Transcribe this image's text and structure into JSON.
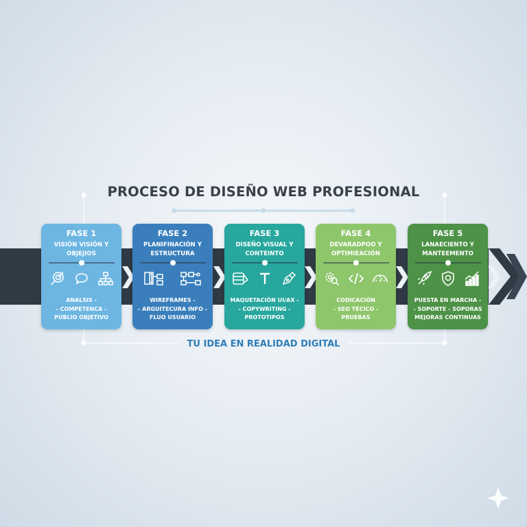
{
  "title": "PROCESO DE DISEÑO WEB PROFESIONAL",
  "subtitle": "TU IDEA EN REALIDAD DIGITAL",
  "colors": {
    "band": "#2f3a45",
    "phase1": "#6db6e2",
    "phase2": "#3a7fbc",
    "phase3": "#27a79e",
    "phase4": "#8ec66c",
    "phase5": "#4d9247",
    "subtitle": "#2f7db8"
  },
  "phases": [
    {
      "label": "FASE 1",
      "name": "VISIÓN VISIÓN Y OBJEJIOS",
      "tasks": [
        "ANALSIS -",
        "- COMPETENCA -",
        "PÚBLIO OBJETIVO"
      ],
      "icons": [
        "target-search-icon",
        "chat-bubble-icon",
        "sitemap-icon"
      ]
    },
    {
      "label": "FASE 2",
      "name": "PLANIFINACIÓN Y ESTRUCTURA",
      "tasks": [
        "WIREFRAMES -",
        "- ARGUITECURA INFO -",
        "FLUO USUARIO"
      ],
      "icons": [
        "wireframe-icon",
        "flowchart-icon"
      ]
    },
    {
      "label": "FASE 3",
      "name": "DISEÑO VISUAL Y CONTEINTO",
      "tasks": [
        "MAQUETACIÓN UI/AX -",
        "- COPYWRITING -",
        "PROTOTIPOS"
      ],
      "icons": [
        "layout-palette-icon",
        "typography-icon",
        "pen-tool-icon"
      ]
    },
    {
      "label": "FASE 4",
      "name": "DEVARADPOO Y OPTIMIEACIÓN",
      "tasks": [
        "CODICACIÓN",
        "- SEO TÉCICO -",
        "PRUEBAS"
      ],
      "icons": [
        "gear-search-icon",
        "code-icon",
        "speedometer-icon"
      ]
    },
    {
      "label": "FASE 5",
      "name": "LANAECIENTO Y MANTEEMENTO",
      "tasks": [
        "PUESTA EN MARCHA -",
        "- SOPORTE - SOPORAS",
        "MEJORAS CONTINUAS"
      ],
      "icons": [
        "rocket-icon",
        "shield-icon",
        "growth-chart-icon"
      ]
    }
  ]
}
